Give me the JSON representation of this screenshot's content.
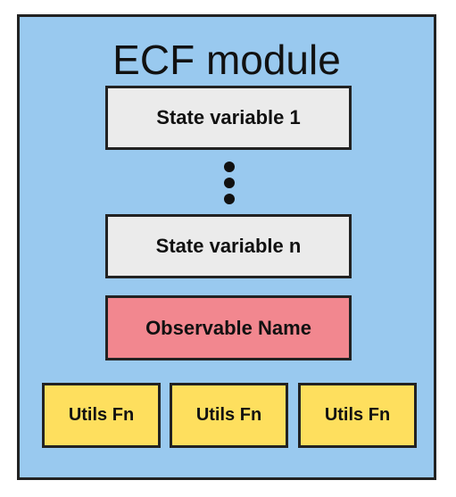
{
  "module": {
    "title": "ECF module",
    "background_color": "#99c9ef"
  },
  "state_variables": {
    "first_label": "State variable 1",
    "last_label": "State variable n",
    "box_color": "#ebebeb",
    "ellipsis_icon": "vertical-ellipsis-icon"
  },
  "observable": {
    "label": "Observable Name",
    "box_color": "#f2878f"
  },
  "utils": {
    "labels": [
      "Utils Fn",
      "Utils Fn",
      "Utils Fn"
    ],
    "box_color": "#fedf5e"
  },
  "colors": {
    "border": "#222222",
    "text": "#111111"
  }
}
